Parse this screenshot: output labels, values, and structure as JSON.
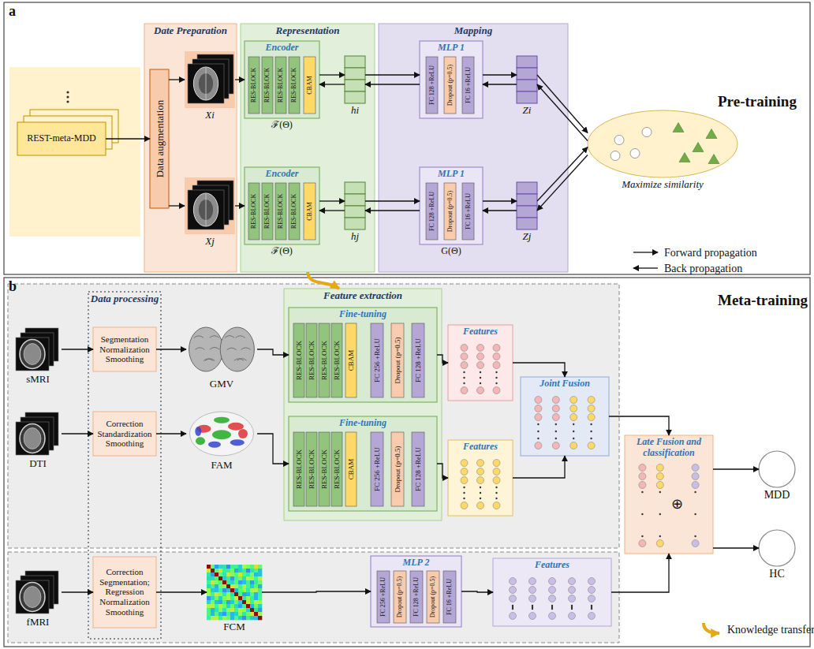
{
  "diagram": {
    "nodes": [
      {
        "text": [
          "a",
          "Pre-training"
        ]
      },
      {
        "text": [
          "REST-meta-MDD"
        ],
        "in": 0
      },
      {
        "text": [
          "Date Preparation"
        ],
        "in": 0
      },
      {
        "text": [
          "Data augmentation"
        ],
        "in": 2
      },
      {
        "text": [
          "Xi"
        ],
        "in": 2
      },
      {
        "text": [
          "Xj"
        ],
        "in": 2
      },
      {
        "text": [
          "Representation"
        ],
        "in": 0
      },
      {
        "text": [
          "Encoder",
          "ℱ(Θ)"
        ],
        "in": 6
      },
      {
        "text": [
          "RES-BLOCK"
        ],
        "in": 7
      },
      {
        "text": [
          "RES-BLOCK"
        ],
        "in": 7
      },
      {
        "text": [
          "RES-BLOCK"
        ],
        "in": 7
      },
      {
        "text": [
          "RES-BLOCK"
        ],
        "in": 7
      },
      {
        "text": [
          "CBAM"
        ],
        "in": 7
      },
      {
        "text": [
          "hi"
        ],
        "in": 6
      },
      {
        "text": [
          "Encoder",
          "ℱ(Θ)"
        ],
        "in": 6
      },
      {
        "text": [
          "RES-BLOCK"
        ],
        "in": 14
      },
      {
        "text": [
          "RES-BLOCK"
        ],
        "in": 14
      },
      {
        "text": [
          "RES-BLOCK"
        ],
        "in": 14
      },
      {
        "text": [
          "RES-BLOCK"
        ],
        "in": 14
      },
      {
        "text": [
          "CBAM"
        ],
        "in": 14
      },
      {
        "text": [
          "hj"
        ],
        "in": 6
      },
      {
        "text": [
          "Mapping"
        ],
        "in": 0
      },
      {
        "text": [
          "MLP 1"
        ],
        "in": 21
      },
      {
        "text": [
          "FC 128 +ReLU"
        ],
        "in": 22
      },
      {
        "text": [
          "Dropout (p=0.5)"
        ],
        "in": 22
      },
      {
        "text": [
          "FC 16 +ReLU"
        ],
        "in": 22
      },
      {
        "text": [
          "Zi"
        ],
        "in": 21
      },
      {
        "text": [
          "MLP 1",
          "G(Θ)"
        ],
        "in": 21
      },
      {
        "text": [
          "FC 128 +ReLU"
        ],
        "in": 27
      },
      {
        "text": [
          "Dropout (p=0.5)"
        ],
        "in": 27
      },
      {
        "text": [
          "FC 16 +ReLU"
        ],
        "in": 27
      },
      {
        "text": [
          "Zj"
        ],
        "in": 21
      },
      {
        "text": [
          "Maximize similarity"
        ],
        "in": 0
      },
      {
        "text": [
          "b",
          "Meta-training"
        ]
      },
      {
        "text": [
          "sMRI"
        ],
        "in": 33
      },
      {
        "text": [
          "DTI"
        ],
        "in": 33
      },
      {
        "text": [
          "fMRI"
        ],
        "in": 33
      },
      {
        "text": [
          "Data processing"
        ],
        "in": 33
      },
      {
        "text": [
          "Segmentation Normalization Smoothing"
        ],
        "in": 37
      },
      {
        "text": [
          "Correction Standardization Smoothing"
        ],
        "in": 37
      },
      {
        "text": [
          "Correction Segmentation; Regression Normalization Smoothing"
        ],
        "in": 37
      },
      {
        "text": [
          "GMV"
        ],
        "in": 33
      },
      {
        "text": [
          "FAM"
        ],
        "in": 33
      },
      {
        "text": [
          "FCM"
        ],
        "in": 33
      },
      {
        "text": [
          "Feature extraction"
        ],
        "in": 33
      },
      {
        "text": [
          "Fine-tuning"
        ],
        "in": 44
      },
      {
        "text": [
          "RES-BLOCK"
        ],
        "in": 45
      },
      {
        "text": [
          "RES-BLOCK"
        ],
        "in": 45
      },
      {
        "text": [
          "RES-BLOCK"
        ],
        "in": 45
      },
      {
        "text": [
          "RES-BLOCK"
        ],
        "in": 45
      },
      {
        "text": [
          "CBAM"
        ],
        "in": 45
      },
      {
        "text": [
          "FC 256 +ReLU"
        ],
        "in": 45
      },
      {
        "text": [
          "Dropout (p=0.5)"
        ],
        "in": 45
      },
      {
        "text": [
          "FC 128 +ReLU"
        ],
        "in": 45
      },
      {
        "text": [
          "Fine-tuning"
        ],
        "in": 44
      },
      {
        "text": [
          "RES-BLOCK"
        ],
        "in": 54
      },
      {
        "text": [
          "RES-BLOCK"
        ],
        "in": 54
      },
      {
        "text": [
          "RES-BLOCK"
        ],
        "in": 54
      },
      {
        "text": [
          "RES-BLOCK"
        ],
        "in": 54
      },
      {
        "text": [
          "CBAM"
        ],
        "in": 54
      },
      {
        "text": [
          "FC 256 +ReLU"
        ],
        "in": 54
      },
      {
        "text": [
          "Dropout (p=0.5)"
        ],
        "in": 54
      },
      {
        "text": [
          "FC 128 +ReLU"
        ],
        "in": 54
      },
      {
        "text": [
          "Features"
        ],
        "in": 33
      },
      {
        "text": [
          "Features"
        ],
        "in": 33
      },
      {
        "text": [
          "Joint Fusion"
        ],
        "in": 33
      },
      {
        "text": [
          "MLP 2"
        ],
        "in": 33
      },
      {
        "text": [
          "FC 256 +ReLU"
        ],
        "in": 66
      },
      {
        "text": [
          "Dropout (p=0.5)"
        ],
        "in": 66
      },
      {
        "text": [
          "FC 128 +ReLU"
        ],
        "in": 66
      },
      {
        "text": [
          "Dropout (p=0.5)"
        ],
        "in": 66
      },
      {
        "text": [
          "FC 16 +ReLU"
        ],
        "in": 66
      },
      {
        "text": [
          "Features"
        ],
        "in": 33
      },
      {
        "text": [
          "Late Fusion and classification",
          "⊕"
        ],
        "in": 33
      },
      {
        "text": [
          "MDD"
        ],
        "in": 33
      },
      {
        "text": [
          "HC"
        ],
        "in": 33
      }
    ],
    "edges": [
      {
        "from": 1,
        "to": 3,
        "arrow": "to"
      },
      {
        "from": 3,
        "to": 4,
        "arrow": "to"
      },
      {
        "from": 3,
        "to": 5,
        "arrow": "to"
      },
      {
        "from": 4,
        "to": 7,
        "arrow": "to"
      },
      {
        "from": 5,
        "to": 14,
        "arrow": "to"
      },
      {
        "from": 7,
        "to": 13,
        "arrow": "to"
      },
      {
        "from": 13,
        "to": 7,
        "arrow": "to"
      },
      {
        "from": 13,
        "to": 22,
        "arrow": "to"
      },
      {
        "from": 22,
        "to": 13,
        "arrow": "to"
      },
      {
        "from": 22,
        "to": 26,
        "arrow": "to"
      },
      {
        "from": 26,
        "to": 22,
        "arrow": "to"
      },
      {
        "from": 26,
        "to": 32,
        "arrow": "to"
      },
      {
        "from": 32,
        "to": 26,
        "arrow": "to"
      },
      {
        "from": 14,
        "to": 20,
        "arrow": "to"
      },
      {
        "from": 20,
        "to": 14,
        "arrow": "to"
      },
      {
        "from": 20,
        "to": 27,
        "arrow": "to"
      },
      {
        "from": 27,
        "to": 20,
        "arrow": "to"
      },
      {
        "from": 27,
        "to": 31,
        "arrow": "to"
      },
      {
        "from": 31,
        "to": 27,
        "arrow": "to"
      },
      {
        "from": 31,
        "to": 32,
        "arrow": "to"
      },
      {
        "from": 32,
        "to": 31,
        "arrow": "to"
      },
      {
        "from": 6,
        "to": 44,
        "arrow": "to"
      },
      {
        "from": 34,
        "to": 38,
        "arrow": "to"
      },
      {
        "from": 38,
        "to": 41,
        "arrow": "to"
      },
      {
        "from": 35,
        "to": 39,
        "arrow": "to"
      },
      {
        "from": 39,
        "to": 42,
        "arrow": "to"
      },
      {
        "from": 36,
        "to": 40,
        "arrow": "to"
      },
      {
        "from": 40,
        "to": 43,
        "arrow": "to"
      },
      {
        "from": 41,
        "to": 45,
        "arrow": "to"
      },
      {
        "from": 42,
        "to": 54,
        "arrow": "to"
      },
      {
        "from": 43,
        "to": 66,
        "arrow": "to"
      },
      {
        "from": 45,
        "to": 63,
        "arrow": "to"
      },
      {
        "from": 54,
        "to": 64,
        "arrow": "to"
      },
      {
        "from": 63,
        "to": 65,
        "arrow": "to"
      },
      {
        "from": 64,
        "to": 65,
        "arrow": "to"
      },
      {
        "from": 66,
        "to": 72,
        "arrow": "to"
      },
      {
        "from": 65,
        "to": 73,
        "arrow": "to"
      },
      {
        "from": 72,
        "to": 73,
        "arrow": "to"
      },
      {
        "from": 73,
        "to": 74,
        "arrow": "to"
      },
      {
        "from": 73,
        "to": 75,
        "arrow": "to"
      }
    ],
    "legend": [
      {
        "text": "Forward propagation"
      },
      {
        "text": "Back propagation"
      },
      {
        "text": "Knowledge transfer"
      }
    ]
  }
}
